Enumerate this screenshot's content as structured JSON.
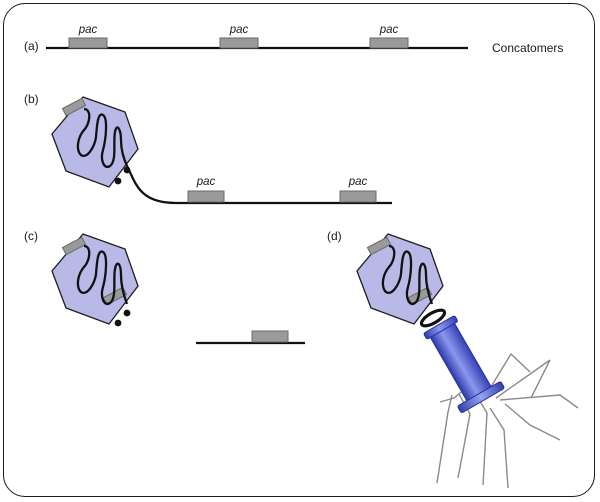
{
  "panels": {
    "a": {
      "label": "(a)",
      "pac": [
        "pac",
        "pac",
        "pac"
      ],
      "concatomers": "Concatomers"
    },
    "b": {
      "label": "(b)",
      "pac": [
        "pac",
        "pac"
      ]
    },
    "c": {
      "label": "(c)"
    },
    "d": {
      "label": "(d)"
    }
  },
  "colors": {
    "capsid_fill": "#b9b9e8",
    "pac_box": "#9a9a9a",
    "dna": "#111111",
    "tail_blue": "#4a59c9",
    "tail_fibers": "#8a8a8a"
  }
}
